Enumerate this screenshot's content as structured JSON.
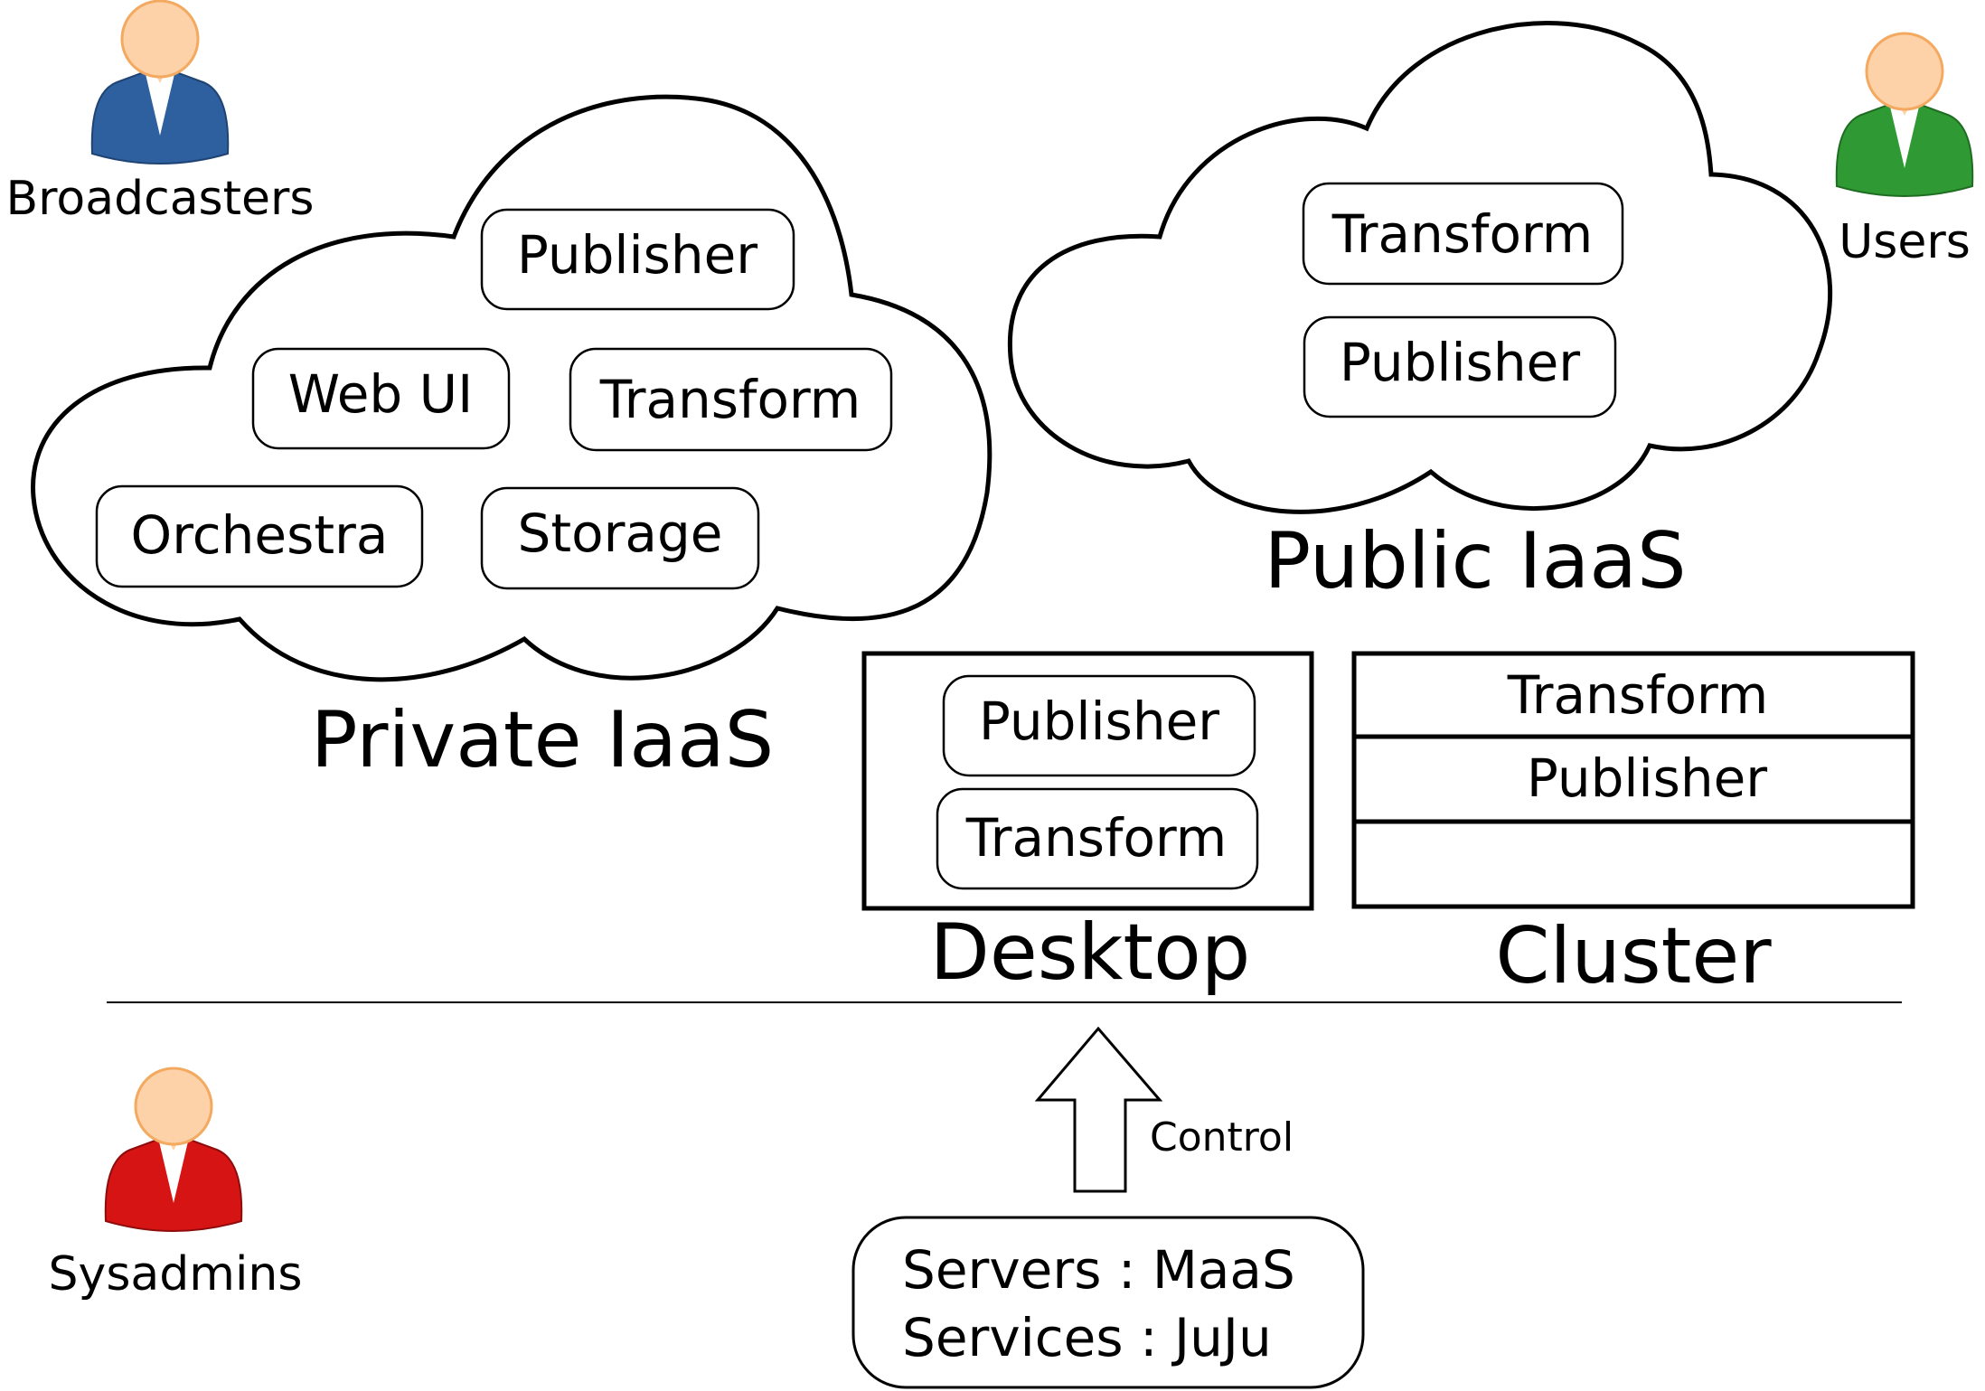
{
  "actors": {
    "broadcasters": {
      "label": "Broadcasters",
      "color": "#2e5f9e"
    },
    "users": {
      "label": "Users",
      "color": "#2f9a34"
    },
    "sysadmins": {
      "label": "Sysadmins",
      "color": "#d61414"
    }
  },
  "private_iaas": {
    "title": "Private IaaS",
    "components": [
      "Publisher",
      "Web UI",
      "Transform",
      "Orchestra",
      "Storage"
    ]
  },
  "public_iaas": {
    "title": "Public IaaS",
    "components": [
      "Transform",
      "Publisher"
    ]
  },
  "desktop": {
    "title": "Desktop",
    "components": [
      "Publisher",
      "Transform"
    ]
  },
  "cluster": {
    "title": "Cluster",
    "rows": [
      "Transform",
      "Publisher",
      ""
    ]
  },
  "control": {
    "arrow_label": "Control",
    "lines": [
      "Servers : MaaS",
      "Services : JuJu"
    ]
  },
  "colors": {
    "skin": "#fdd2a8",
    "skin_outline": "#f4a960"
  }
}
